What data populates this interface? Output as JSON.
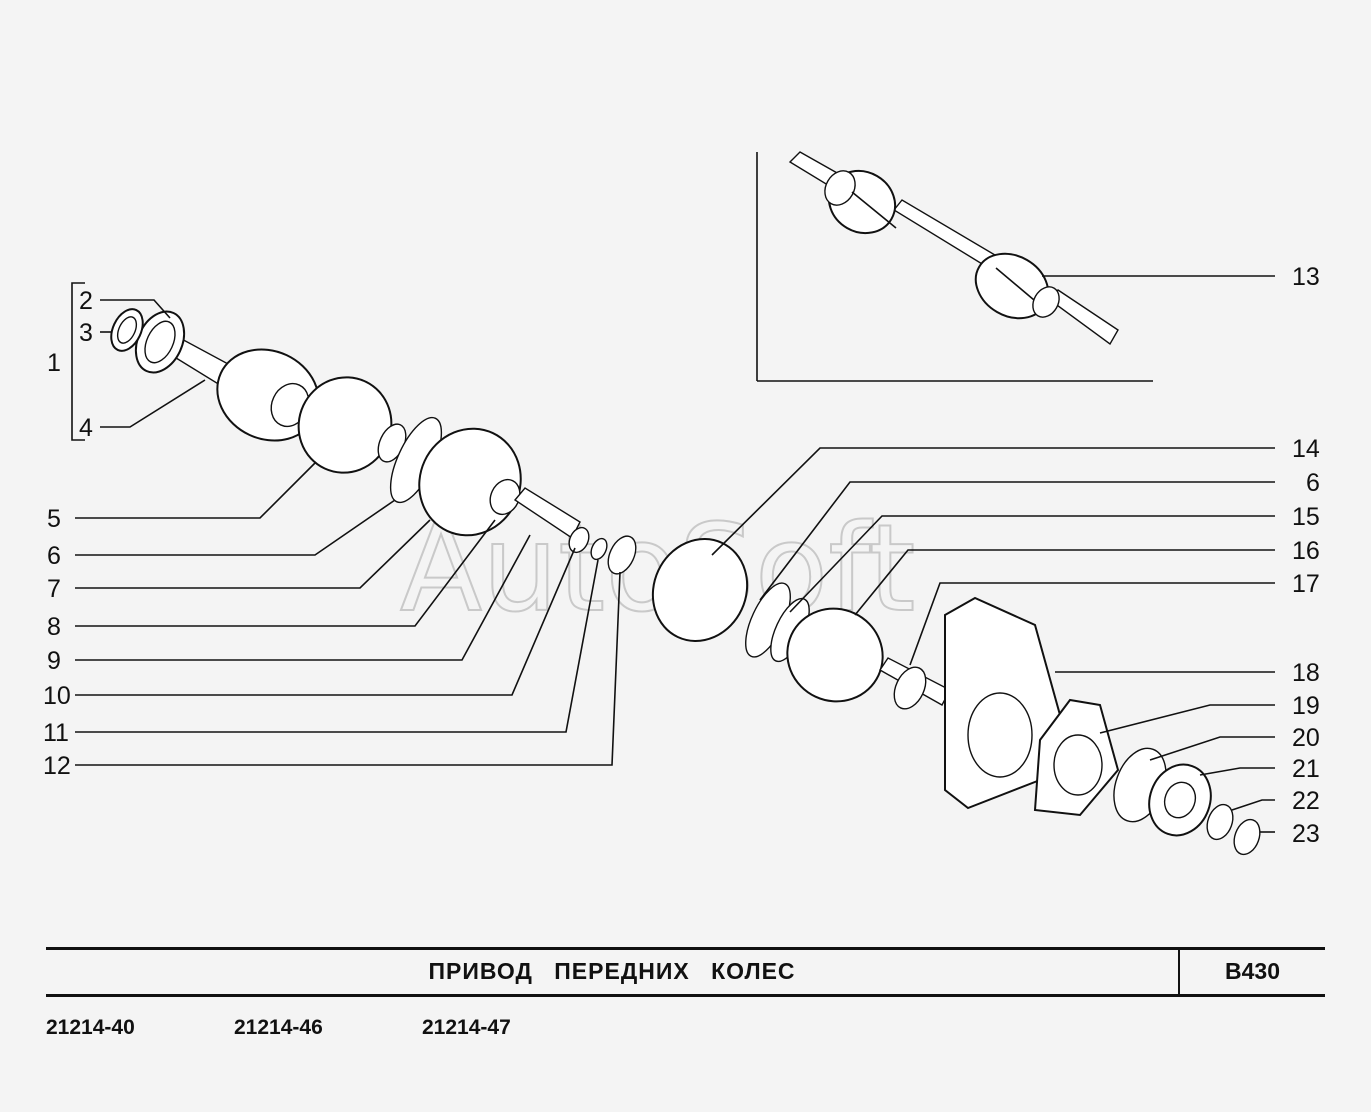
{
  "title": "ПРИВОД   ПЕРЕДНИХ   КОЛЕС",
  "code": "B430",
  "models": [
    "21214-40",
    "21214-46",
    "21214-47"
  ],
  "watermark": "AutoSoft",
  "callouts": {
    "c1": "1",
    "c2": "2",
    "c3": "3",
    "c4": "4",
    "c5": "5",
    "c6a": "6",
    "c7": "7",
    "c8": "8",
    "c9": "9",
    "c10": "10",
    "c11": "11",
    "c12": "12",
    "c13": "13",
    "c14": "14",
    "c6b": "6",
    "c15": "15",
    "c16": "16",
    "c17": "17",
    "c18": "18",
    "c19": "19",
    "c20": "20",
    "c21": "21",
    "c22": "22",
    "c23": "23"
  }
}
